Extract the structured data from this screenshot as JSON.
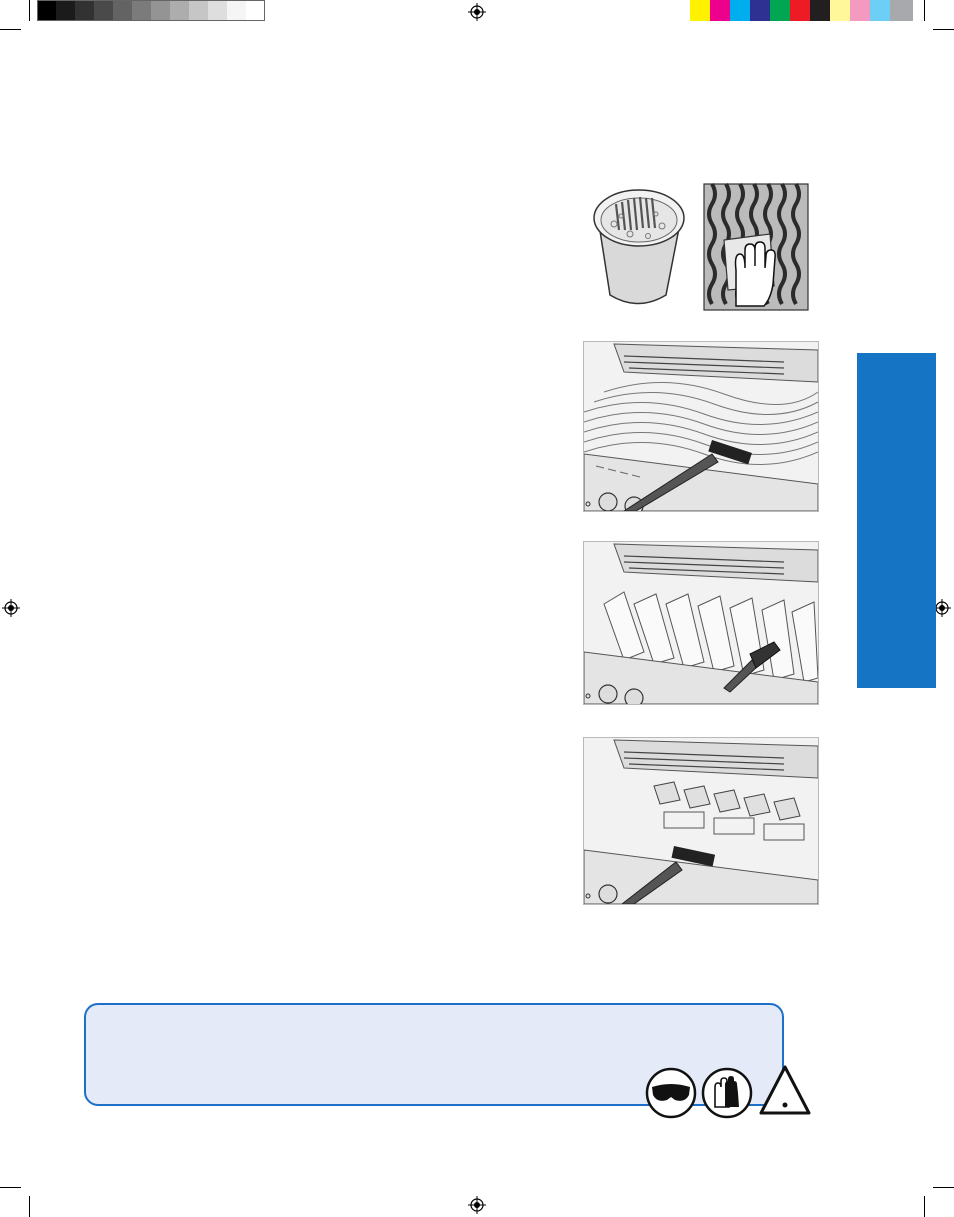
{
  "print_marks": {
    "grayscale_swatches": [
      "#000000",
      "#1b1b1b",
      "#323232",
      "#4a4a4a",
      "#636363",
      "#7b7b7b",
      "#949494",
      "#adadad",
      "#c6c6c6",
      "#dedede",
      "#f5f5f5",
      "#ffffff"
    ],
    "color_swatches": [
      "#fff200",
      "#ec008c",
      "#00aeef",
      "#2e3192",
      "#00a651",
      "#ed1c24",
      "#231f20",
      "#fff799",
      "#f49ac1",
      "#6dcff6",
      "#a7a9ac"
    ],
    "registration_icon": "crosshair-target-icon"
  },
  "side_tab": {
    "color": "#1574c4"
  },
  "illustrations": [
    {
      "name": "soak-grids-and-wipe",
      "icons": [
        "bucket-icon",
        "grid-icon",
        "gloved-hand-icon"
      ]
    },
    {
      "name": "brush-cooking-grids",
      "icons": [
        "grill-icon",
        "wire-brush-icon"
      ]
    },
    {
      "name": "scrape-sear-plates",
      "icons": [
        "grill-icon",
        "scraper-icon"
      ]
    },
    {
      "name": "brush-burners",
      "icons": [
        "grill-icon",
        "wire-brush-icon"
      ]
    }
  ],
  "notice": {
    "background": "#e4eaf7",
    "border": "#1e6fc8",
    "safety_icons": [
      "safety-glasses-icon",
      "gloves-icon",
      "warning-triangle-icon"
    ]
  }
}
